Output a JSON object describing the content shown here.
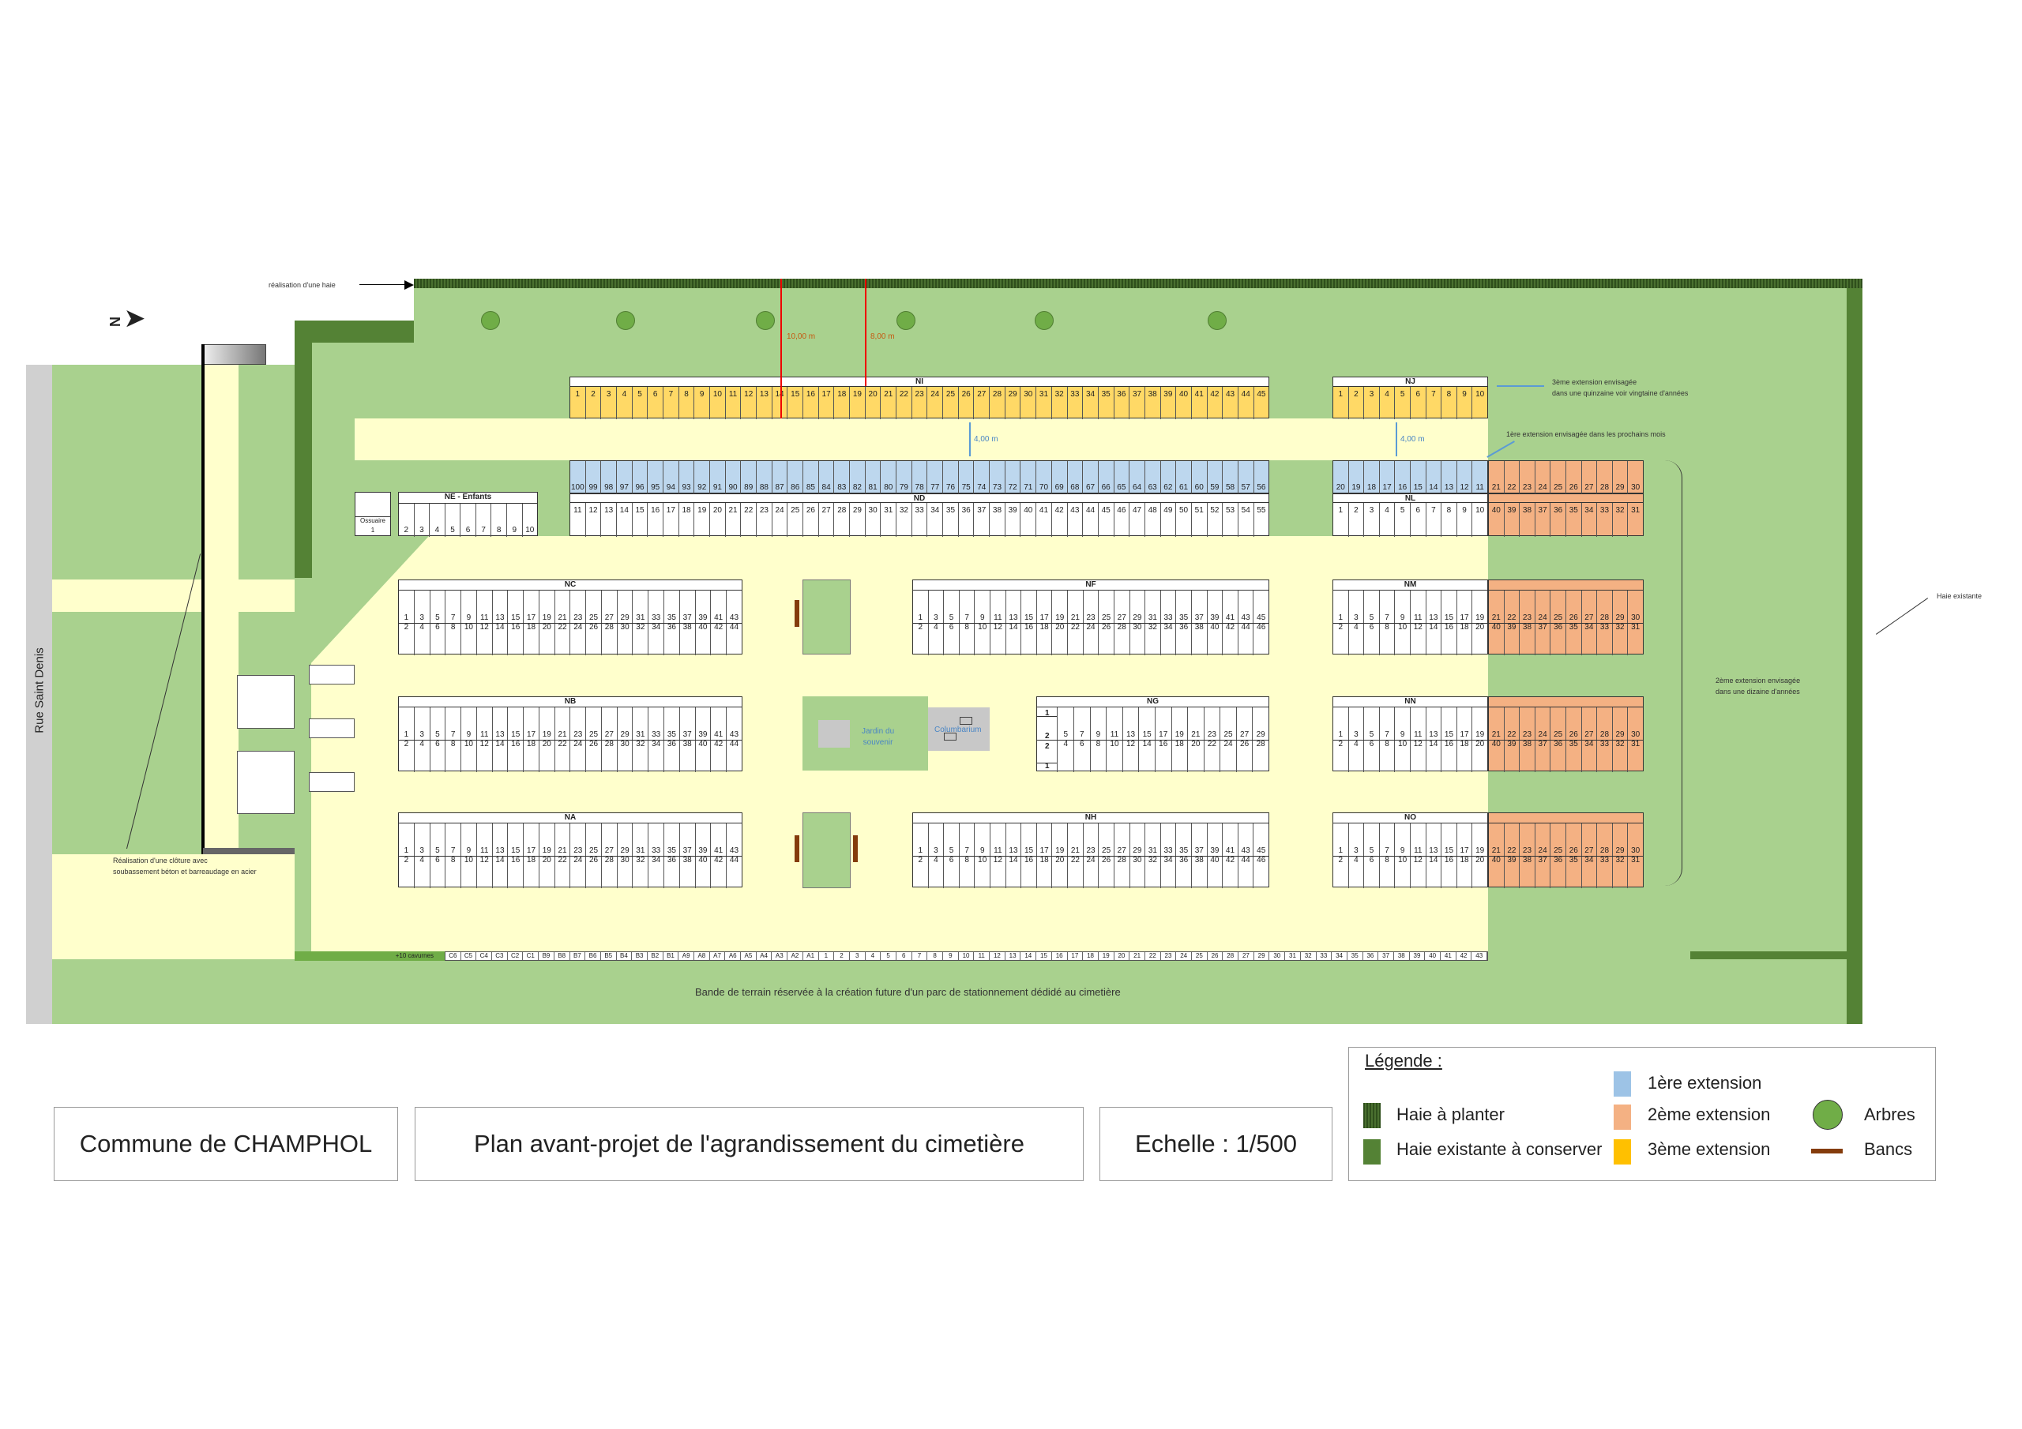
{
  "road": "Rue Saint Denis",
  "north": "N",
  "annotations": {
    "hedge_new": "réalisation d'une haie",
    "dist1": "10,00 m",
    "dist2": "8,00 m",
    "gap1": "4,00 m",
    "gap2": "4,00 m",
    "ext3": [
      "3ème extension envisagée",
      "dans une quinzaine voir vingtaine d'années"
    ],
    "ext1": "1ère extension envisagée dans les prochains mois",
    "ext2": [
      "2ème extension envisagée",
      "dans une dizaine d'années"
    ],
    "hedge_existing": "Haie existante",
    "fence": [
      "Réalisation d'une clôture avec",
      "soubassement béton et barreaudage en acier"
    ],
    "parking": "Bande de terrain réservée à la création future d'un parc de stationnement dédidé au cimetière",
    "jardin": [
      "Jardin du",
      "souvenir"
    ],
    "columbarium": "Columbarium",
    "cavurnes": "+10 cavurnes"
  },
  "colors": {
    "grass": "#a9d18e",
    "path": "#ffffcc",
    "ext1": "#bdd7ee",
    "ext2": "#f4b183",
    "ext3": "#ffd966",
    "tree": "#70ad47",
    "bench": "#843c0c"
  },
  "blocks": {
    "NI": {
      "label": "NI",
      "cells": [
        1,
        2,
        3,
        4,
        5,
        6,
        7,
        8,
        9,
        10,
        11,
        12,
        13,
        14,
        15,
        16,
        17,
        18,
        19,
        20,
        21,
        22,
        23,
        24,
        25,
        26,
        27,
        28,
        29,
        30,
        31,
        32,
        33,
        34,
        35,
        36,
        37,
        38,
        39,
        40,
        41,
        42,
        43,
        44,
        45
      ]
    },
    "NJ": {
      "label": "NJ",
      "cells": [
        1,
        2,
        3,
        4,
        5,
        6,
        7,
        8,
        9,
        10
      ]
    },
    "ND_ext": {
      "cells": [
        100,
        99,
        98,
        97,
        96,
        95,
        94,
        93,
        92,
        91,
        90,
        89,
        88,
        87,
        86,
        85,
        84,
        83,
        82,
        81,
        80,
        79,
        78,
        77,
        76,
        75,
        74,
        73,
        72,
        71,
        70,
        69,
        68,
        67,
        66,
        65,
        64,
        63,
        62,
        61,
        60,
        59,
        58,
        57,
        56
      ]
    },
    "ND": {
      "label": "ND",
      "cells": [
        11,
        12,
        13,
        14,
        15,
        16,
        17,
        18,
        19,
        20,
        21,
        22,
        23,
        24,
        25,
        26,
        27,
        28,
        29,
        30,
        31,
        32,
        33,
        34,
        35,
        36,
        37,
        38,
        39,
        40,
        41,
        42,
        43,
        44,
        45,
        46,
        47,
        48,
        49,
        50,
        51,
        52,
        53,
        54,
        55
      ]
    },
    "NL_ext1": {
      "cells": [
        20,
        19,
        18,
        17,
        16,
        15,
        14,
        13,
        12,
        11
      ]
    },
    "NL_ext2_top": {
      "cells": [
        21,
        22,
        23,
        24,
        25,
        26,
        27,
        28,
        29,
        30
      ]
    },
    "NL": {
      "label": "NL",
      "cells": [
        1,
        2,
        3,
        4,
        5,
        6,
        7,
        8,
        9,
        10
      ]
    },
    "NL_ext2_bottom": {
      "cells": [
        40,
        39,
        38,
        37,
        36,
        35,
        34,
        33,
        32,
        31
      ]
    },
    "NE": {
      "label": "NE - Enfants",
      "cells": [
        2,
        3,
        4,
        5,
        6,
        7,
        8,
        9,
        10
      ],
      "ossuaire": "Ossuaire",
      "ossuaire_num": 1
    },
    "NC": {
      "label": "NC",
      "top": [
        1,
        3,
        5,
        7,
        9,
        11,
        13,
        15,
        17,
        19,
        21,
        23,
        25,
        27,
        29,
        31,
        33,
        35,
        37,
        39,
        41,
        43
      ],
      "bottom": [
        2,
        4,
        6,
        8,
        10,
        12,
        14,
        16,
        18,
        20,
        22,
        24,
        26,
        28,
        30,
        32,
        34,
        36,
        38,
        40,
        42,
        44
      ]
    },
    "NB": {
      "label": "NB",
      "top": [
        1,
        3,
        5,
        7,
        9,
        11,
        13,
        15,
        17,
        19,
        21,
        23,
        25,
        27,
        29,
        31,
        33,
        35,
        37,
        39,
        41,
        43
      ],
      "bottom": [
        2,
        4,
        6,
        8,
        10,
        12,
        14,
        16,
        18,
        20,
        22,
        24,
        26,
        28,
        30,
        32,
        34,
        36,
        38,
        40,
        42,
        44
      ]
    },
    "NA": {
      "label": "NA",
      "top": [
        1,
        3,
        5,
        7,
        9,
        11,
        13,
        15,
        17,
        19,
        21,
        23,
        25,
        27,
        29,
        31,
        33,
        35,
        37,
        39,
        41,
        43
      ],
      "bottom": [
        2,
        4,
        6,
        8,
        10,
        12,
        14,
        16,
        18,
        20,
        22,
        24,
        26,
        28,
        30,
        32,
        34,
        36,
        38,
        40,
        42,
        44
      ]
    },
    "NF": {
      "label": "NF",
      "top": [
        1,
        3,
        5,
        7,
        9,
        11,
        13,
        15,
        17,
        19,
        21,
        23,
        25,
        27,
        29,
        31,
        33,
        35,
        37,
        39,
        41,
        43,
        45
      ],
      "bottom": [
        2,
        4,
        6,
        8,
        10,
        12,
        14,
        16,
        18,
        20,
        22,
        24,
        26,
        28,
        30,
        32,
        34,
        36,
        38,
        40,
        42,
        44,
        46
      ]
    },
    "NH": {
      "label": "NH",
      "top": [
        1,
        3,
        5,
        7,
        9,
        11,
        13,
        15,
        17,
        19,
        21,
        23,
        25,
        27,
        29,
        31,
        33,
        35,
        37,
        39,
        41,
        43,
        45
      ],
      "bottom": [
        2,
        4,
        6,
        8,
        10,
        12,
        14,
        16,
        18,
        20,
        22,
        24,
        26,
        28,
        30,
        32,
        34,
        36,
        38,
        40,
        42,
        44,
        46
      ]
    },
    "NG": {
      "label": "NG",
      "side": [
        1,
        2,
        2,
        1
      ],
      "top": [
        5,
        7,
        9,
        11,
        13,
        15,
        17,
        19,
        21,
        23,
        25,
        27,
        29
      ],
      "bottom": [
        4,
        6,
        8,
        10,
        12,
        14,
        16,
        18,
        20,
        22,
        24,
        26,
        28
      ]
    },
    "NM": {
      "label": "NM",
      "top": [
        1,
        3,
        5,
        7,
        9,
        11,
        13,
        15,
        17,
        19
      ],
      "bottom": [
        2,
        4,
        6,
        8,
        10,
        12,
        14,
        16,
        18,
        20
      ]
    },
    "NN": {
      "label": "NN",
      "top": [
        1,
        3,
        5,
        7,
        9,
        11,
        13,
        15,
        17,
        19
      ],
      "bottom": [
        2,
        4,
        6,
        8,
        10,
        12,
        14,
        16,
        18,
        20
      ]
    },
    "NO": {
      "label": "NO",
      "top": [
        1,
        3,
        5,
        7,
        9,
        11,
        13,
        15,
        17,
        19
      ],
      "bottom": [
        2,
        4,
        6,
        8,
        10,
        12,
        14,
        16,
        18,
        20
      ]
    },
    "NM_ext": {
      "top": [
        21,
        22,
        23,
        24,
        25,
        26,
        27,
        28,
        29,
        30
      ],
      "bottom": [
        40,
        39,
        38,
        37,
        36,
        35,
        34,
        33,
        32,
        31
      ]
    },
    "NN_ext": {
      "top": [
        21,
        22,
        23,
        24,
        25,
        26,
        27,
        28,
        29,
        30
      ],
      "bottom": [
        40,
        39,
        38,
        37,
        36,
        35,
        34,
        33,
        32,
        31
      ]
    },
    "NO_ext": {
      "top": [
        21,
        22,
        23,
        24,
        25,
        26,
        27,
        28,
        29,
        30
      ],
      "bottom": [
        40,
        39,
        38,
        37,
        36,
        35,
        34,
        33,
        32,
        31
      ]
    }
  },
  "cavurnes": [
    "C6",
    "C5",
    "C4",
    "C3",
    "C2",
    "C1",
    "B9",
    "B8",
    "B7",
    "B6",
    "B5",
    "B4",
    "B3",
    "B2",
    "B1",
    "A9",
    "A8",
    "A7",
    "A6",
    "A5",
    "A4",
    "A3",
    "A2",
    "A1",
    "1",
    "2",
    "3",
    "4",
    "5",
    "6",
    "7",
    "8",
    "9",
    "10",
    "11",
    "12",
    "13",
    "14",
    "15",
    "16",
    "17",
    "18",
    "19",
    "20",
    "21",
    "22",
    "23",
    "24",
    "25",
    "26",
    "28",
    "27",
    "29",
    "30",
    "31",
    "32",
    "33",
    "34",
    "35",
    "36",
    "37",
    "38",
    "39",
    "40",
    "41",
    "42",
    "43"
  ],
  "title": {
    "commune": "Commune de CHAMPHOL",
    "plan": "Plan avant-projet de l'agrandissement du cimetière",
    "scale": "Echelle : 1/500"
  },
  "legend": {
    "title": "Légende :",
    "items": {
      "hedge_new": "Haie à planter",
      "hedge_old": "Haie existante à conserver",
      "ext1": "1ère extension",
      "ext2": "2ème extension",
      "ext3": "3ème extension",
      "trees": "Arbres",
      "benches": "Bancs"
    }
  }
}
